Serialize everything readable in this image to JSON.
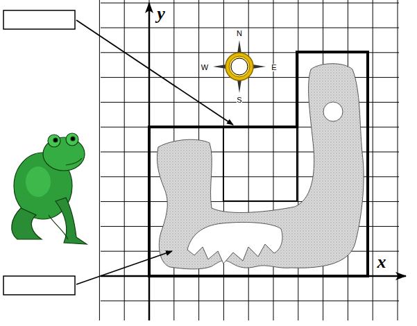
{
  "diagram": {
    "labels": [
      "y",
      "x",
      "N",
      "W",
      "E",
      "S"
    ]
  }
}
